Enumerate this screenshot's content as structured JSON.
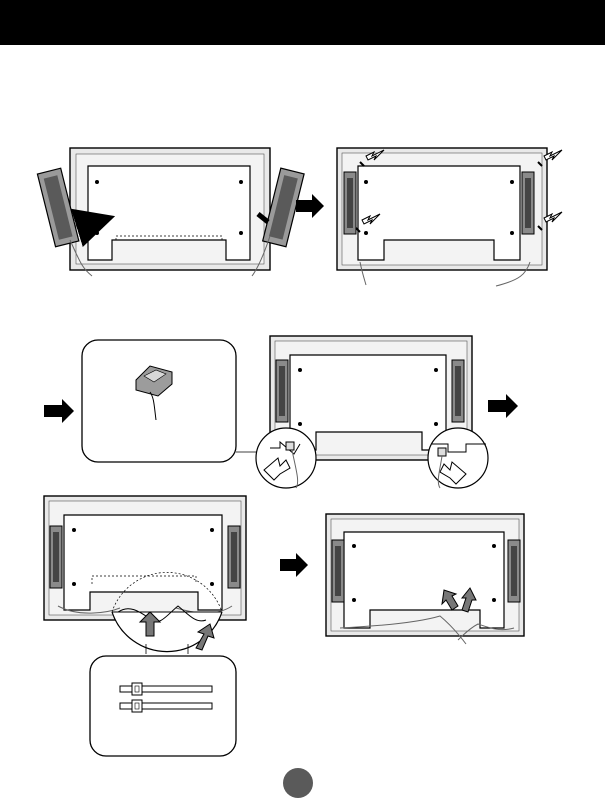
{
  "header": {
    "title": ""
  },
  "page": {
    "number": ""
  },
  "illustrations": [
    {
      "name": "speaker-attach-before",
      "description_icons": [
        "tv-back-panel-icon",
        "speaker-left-icon",
        "speaker-right-icon",
        "arrow-icon"
      ]
    },
    {
      "name": "speaker-screws-fastened",
      "description_icons": [
        "tv-back-panel-icon",
        "screw-arrow-icon"
      ]
    },
    {
      "name": "cable-holder-callout",
      "description_icons": [
        "cable-holder-icon"
      ]
    },
    {
      "name": "cable-holder-attached",
      "description_icons": [
        "tv-back-panel-icon",
        "zoom-circle-icon"
      ]
    },
    {
      "name": "cable-tie-zoom",
      "description_icons": [
        "tv-back-panel-icon",
        "cable-tie-icon"
      ]
    },
    {
      "name": "cable-tie-final",
      "description_icons": [
        "tv-back-panel-icon",
        "arrow-icon"
      ]
    }
  ],
  "colors": {
    "header": "#000000",
    "panel": "#ffffff",
    "frame": "#e6e6e6",
    "speaker": "#8a8a8a",
    "badge": "#5a5a5a"
  }
}
